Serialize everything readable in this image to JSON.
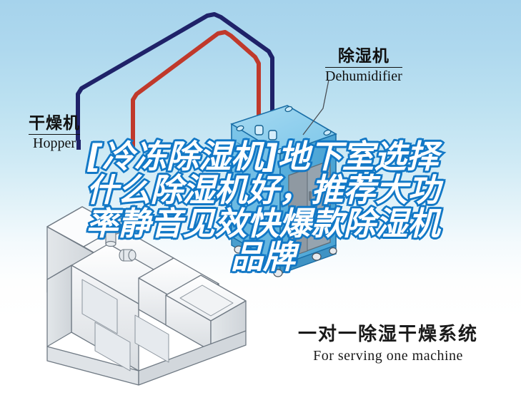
{
  "page": {
    "background_top_color": "#a6d3ec",
    "background_bottom_color": "#ffffff"
  },
  "diagram": {
    "title_overlay": {
      "text_color": "#ffffff",
      "outline_color": "#1278c6",
      "lines": [
        "[冷冻除湿机]地下室选择",
        "什么除湿机好，推荐大功",
        "率静音见效快爆款除湿机",
        "品牌"
      ]
    },
    "labels": [
      {
        "id": "dehumidifier",
        "cn": "除湿机",
        "en": "Dehumidifier"
      },
      {
        "id": "hopper",
        "cn": "干燥机",
        "en": "Hopper"
      }
    ],
    "caption": {
      "cn": "一对一除湿干燥系统",
      "en": "For serving one machine"
    },
    "pipes": [
      {
        "id": "supply-pipe",
        "color": "#1f2269",
        "name": "dry-air-supply-pipe"
      },
      {
        "id": "return-pipe",
        "color": "#c0392b",
        "name": "moist-air-return-pipe"
      }
    ],
    "equipment": [
      {
        "id": "dehumidifier-unit",
        "name": "dehumidifier-machine",
        "body_color": "#6fbde6",
        "top_color": "#8ccdec",
        "outline_color": "#1a6fa8"
      },
      {
        "id": "hopper-unit",
        "name": "hopper-dryer-machine",
        "body_color": "#e9ecef",
        "top_color": "#f7f8fa",
        "outline_color": "#6b7280"
      }
    ]
  }
}
